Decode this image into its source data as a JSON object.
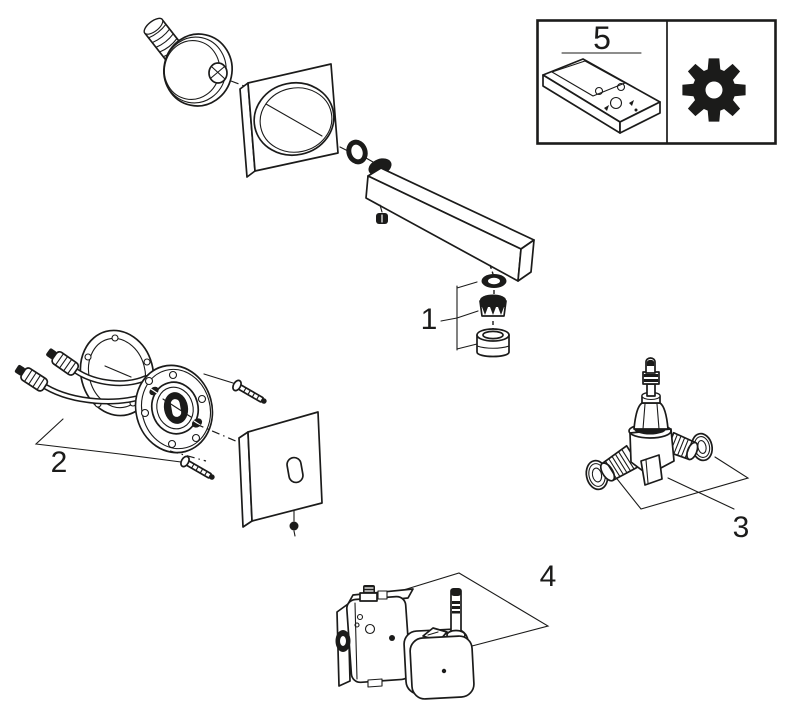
{
  "diagram": {
    "background_color": "#ffffff",
    "line_color": "#1b1b1a",
    "callouts": {
      "aerator_assembly": "1",
      "mounting_flange_cover": "2",
      "solenoid_valve": "3",
      "control_unit": "4",
      "remote_control_kit": "5"
    },
    "legend_box": {
      "icons": [
        "remote-control-icon",
        "gear-icon"
      ]
    }
  }
}
